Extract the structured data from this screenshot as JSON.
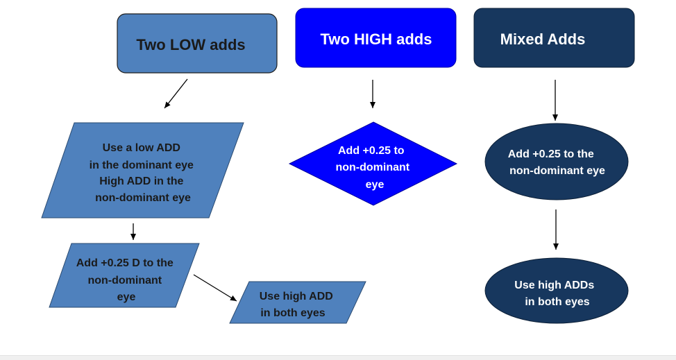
{
  "colors": {
    "low_blue": "#4f81bd",
    "high_blue": "#0000ff",
    "navy": "#17375e"
  },
  "columns": {
    "low": {
      "header": "Two LOW adds",
      "step1": [
        "Use a low ADD",
        "in the dominant eye",
        "High ADD in the",
        "non-dominant eye"
      ],
      "step2": [
        "Add +0.25 D to the",
        "non-dominant",
        "eye"
      ],
      "step3": [
        "Use high ADD",
        "in both eyes"
      ]
    },
    "high": {
      "header": "Two HIGH adds",
      "step1": [
        "Add +0.25 to",
        "non-dominant",
        "eye"
      ]
    },
    "mixed": {
      "header": "Mixed Adds",
      "step1": [
        "Add +0.25 to the",
        "non-dominant eye"
      ],
      "step2": [
        "Use high ADDs",
        "in both eyes"
      ]
    }
  }
}
